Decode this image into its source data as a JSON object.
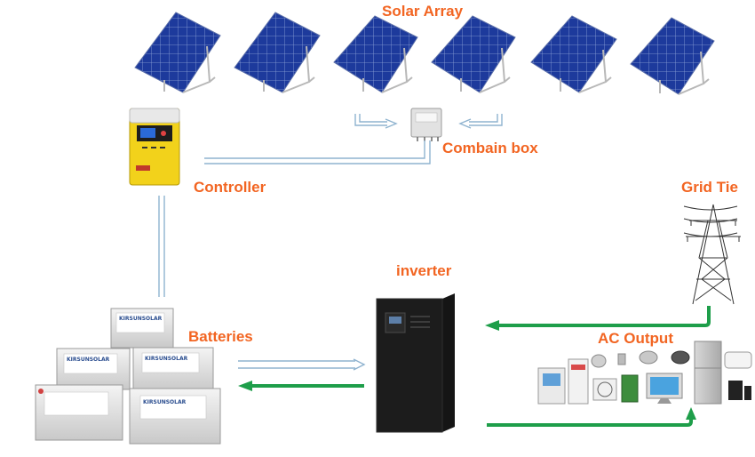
{
  "labels": {
    "solar_array": "Solar Array",
    "combiner_box": "Combain box",
    "controller": "Controller",
    "grid_tie": "Grid Tie",
    "inverter": "inverter",
    "batteries": "Batteries",
    "ac_output": "AC Output"
  },
  "battery_brand": "KIRSUNSOLAR",
  "colors": {
    "label_orange": "#f26522",
    "panel_blue": "#1d3a9c",
    "flow_green": "#1e9e4a",
    "flow_outline": "#8fb3cf",
    "controller_yellow": "#f2d21b",
    "inverter_black": "#151515"
  },
  "icons": [
    "solar-panel",
    "charge-controller",
    "combiner-box",
    "battery",
    "inverter-cabinet",
    "transmission-tower",
    "household-appliances"
  ]
}
